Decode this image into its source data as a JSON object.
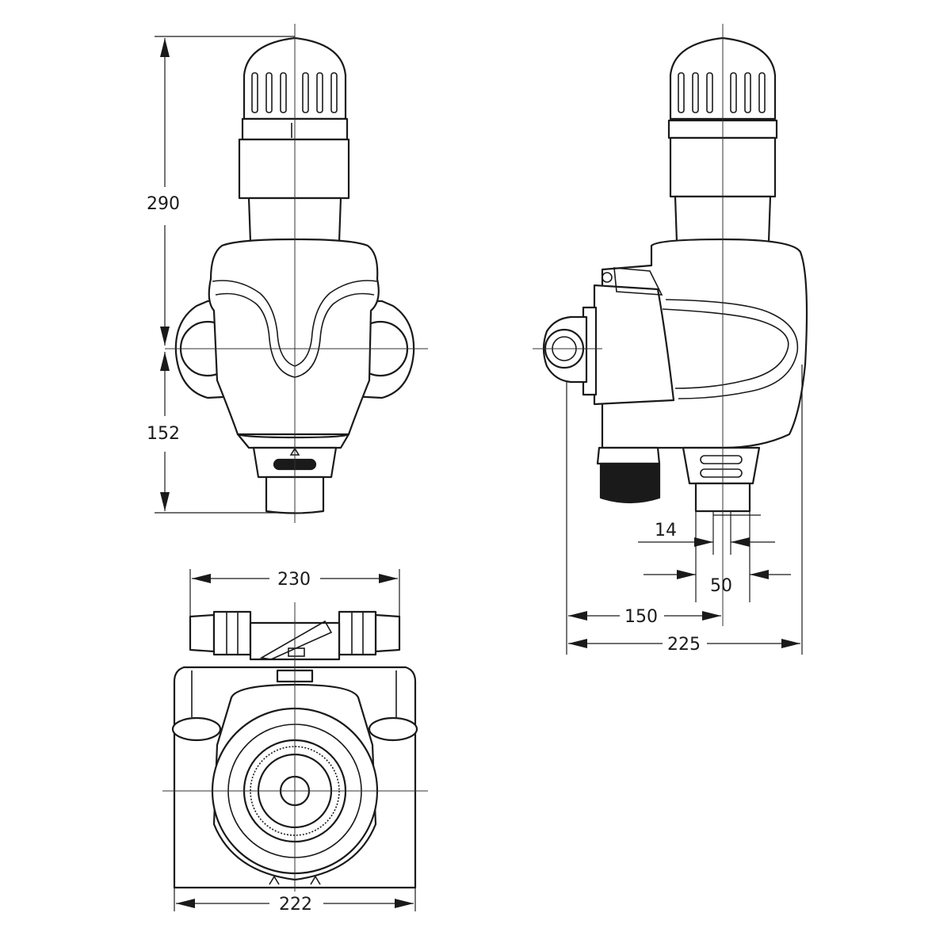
{
  "dimensions": {
    "height_upper": "290",
    "height_lower": "152",
    "width_top_view": "230",
    "width_base": "222",
    "side_14": "14",
    "side_50": "50",
    "side_150": "150",
    "side_225": "225"
  },
  "colors": {
    "line": "#1a1a1a",
    "background": "#ffffff"
  }
}
